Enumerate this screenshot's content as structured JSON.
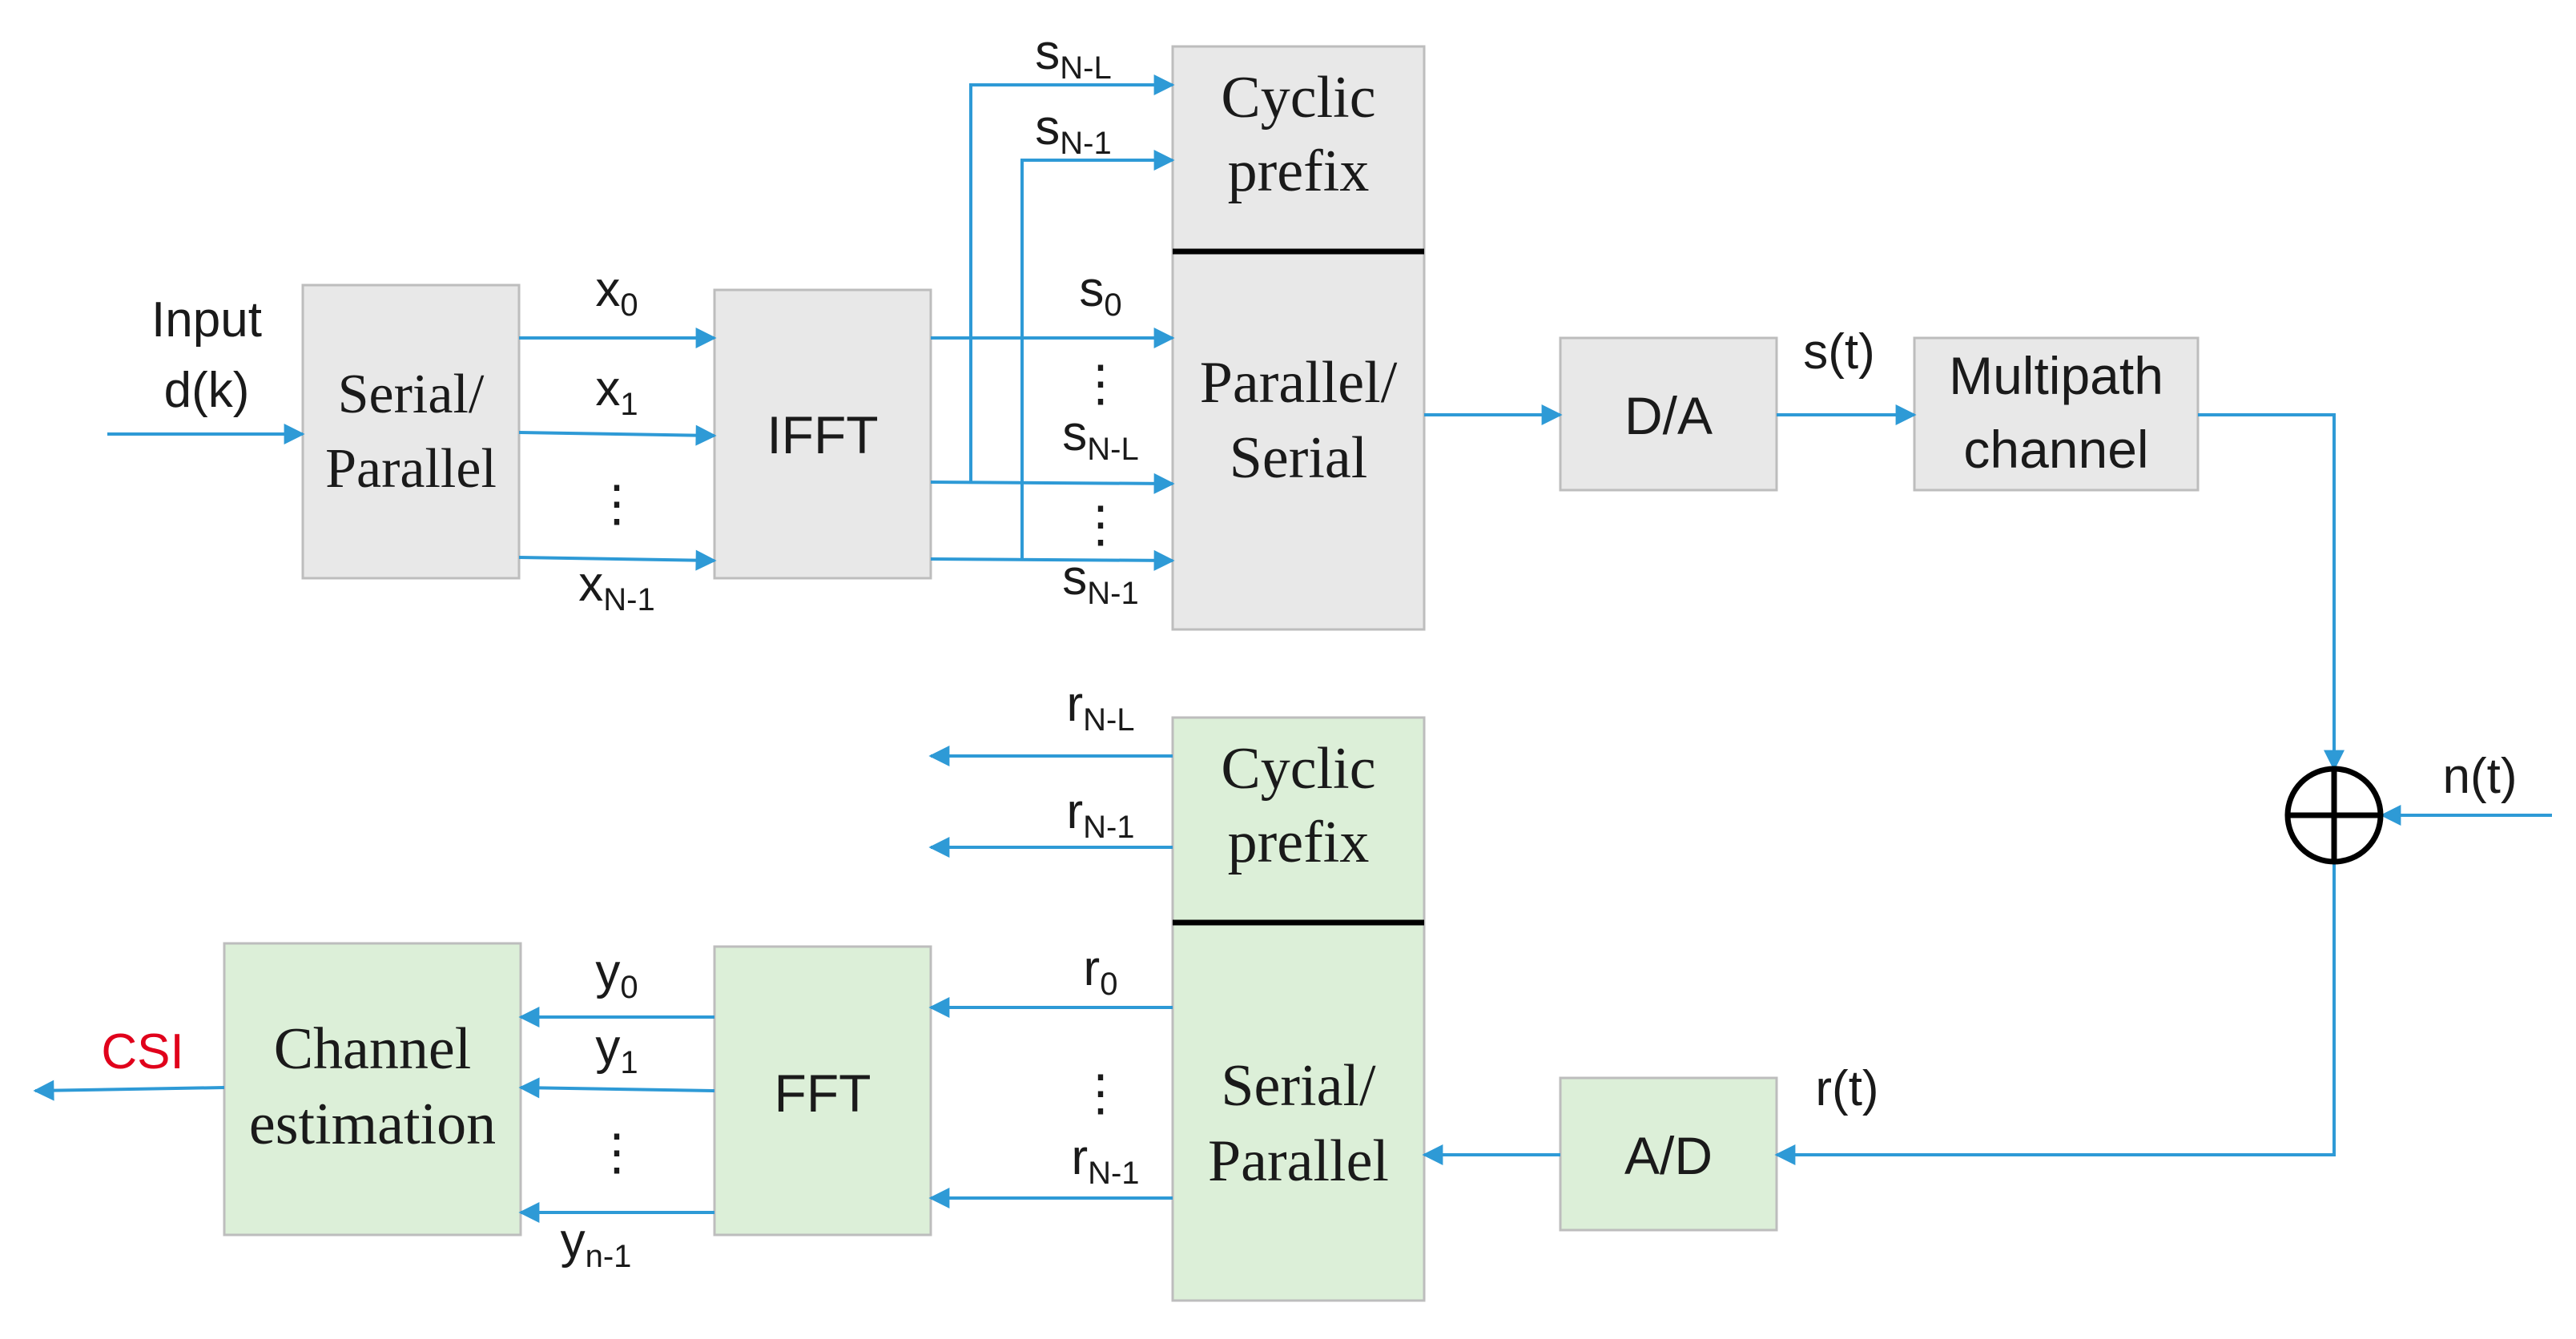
{
  "colors": {
    "arrow": "#2e9ad6",
    "tx_block_fill": "#e8e8e8",
    "tx_block_stroke": "#bdbdbd",
    "rx_block_fill": "#dcefd8",
    "rx_block_stroke": "#bdbdbd",
    "csi": "#e0001b",
    "text": "#1a1a1a"
  },
  "transmitter": {
    "input_label_line1": "Input",
    "input_label_line2": "d(k)",
    "sp_line1": "Serial/",
    "sp_line2": "Parallel",
    "ifft": "IFFT",
    "cp_line1": "Cyclic",
    "cp_line2": "prefix",
    "ps_line1": "Parallel/",
    "ps_line2": "Serial",
    "da": "D/A",
    "channel_line1": "Multipath",
    "channel_line2": "channel",
    "x_labels": [
      {
        "base": "x",
        "sub": "0"
      },
      {
        "base": "x",
        "sub": "1"
      },
      {
        "base": "x",
        "sub": "N-1"
      }
    ],
    "s_labels": [
      {
        "base": "s",
        "sub": "N-L"
      },
      {
        "base": "s",
        "sub": "N-1"
      },
      {
        "base": "s",
        "sub": "0"
      },
      {
        "base": "s",
        "sub": "N-L"
      },
      {
        "base": "s",
        "sub": "N-1"
      }
    ],
    "st_label": "s(t)"
  },
  "noise": {
    "nt_label": "n(t)",
    "rt_label": "r(t)"
  },
  "receiver": {
    "ad": "A/D",
    "cp_line1": "Cyclic",
    "cp_line2": "prefix",
    "sp_line1": "Serial/",
    "sp_line2": "Parallel",
    "fft": "FFT",
    "ce_line1": "Channel",
    "ce_line2": "estimation",
    "csi": "CSI",
    "r_labels": [
      {
        "base": "r",
        "sub": "N-L"
      },
      {
        "base": "r",
        "sub": "N-1"
      },
      {
        "base": "r",
        "sub": "0"
      },
      {
        "base": "r",
        "sub": "N-1"
      }
    ],
    "y_labels": [
      {
        "base": "y",
        "sub": "0"
      },
      {
        "base": "y",
        "sub": "1"
      },
      {
        "base": "y",
        "sub": "n-1"
      }
    ]
  },
  "ellipsis": "⋮"
}
